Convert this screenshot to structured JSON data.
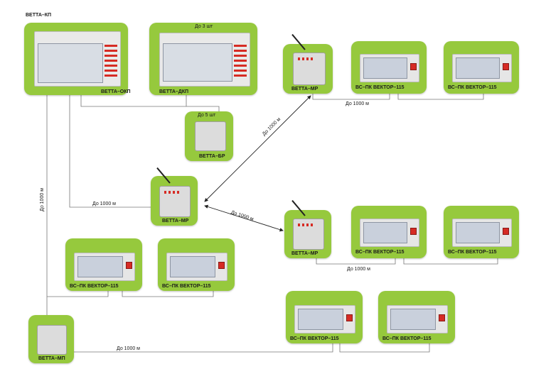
{
  "title": "ВЕТТА–КП",
  "devices": {
    "okp": "ВЕТТА–ОКП",
    "dkp": "ВЕТТА–ДКП",
    "dkp_note": "До 3 шт",
    "br": "ВЕТТА–БР",
    "br_note": "До 5 шт",
    "mr_center": "ВЕТТА–МР",
    "mr_top": "ВЕТТА–МР",
    "mr_mid": "ВЕТТА–МР",
    "mp": "ВЕТТА–МП",
    "vs_top1": "ВС–ПК ВЕКТОР–115",
    "vs_top2": "ВС–ПК ВЕКТОР–115",
    "vs_mid1": "ВС–ПК ВЕКТОР–115",
    "vs_mid2": "ВС–ПК ВЕКТОР–115",
    "vs_left1": "ВС–ПК ВЕКТОР–115",
    "vs_left2": "ВС–ПК ВЕКТОР–115",
    "vs_bot1": "ВС–ПК ВЕКТОР–115",
    "vs_bot2": "ВС–ПК ВЕКТОР–115"
  },
  "distances": {
    "top_right": "До 1000 м",
    "diag_up": "До 1000 м",
    "diag_down": "До 1000 м",
    "center_left": "До 1000 м",
    "vertical": "До 1000 м",
    "mid_right": "До 1000 м",
    "bottom": "До 1000 м"
  },
  "colors": {
    "tile": "#96c93d",
    "panel": "#e6e6e6",
    "screen": "#c9d0dc",
    "accent": "#d62b24"
  }
}
